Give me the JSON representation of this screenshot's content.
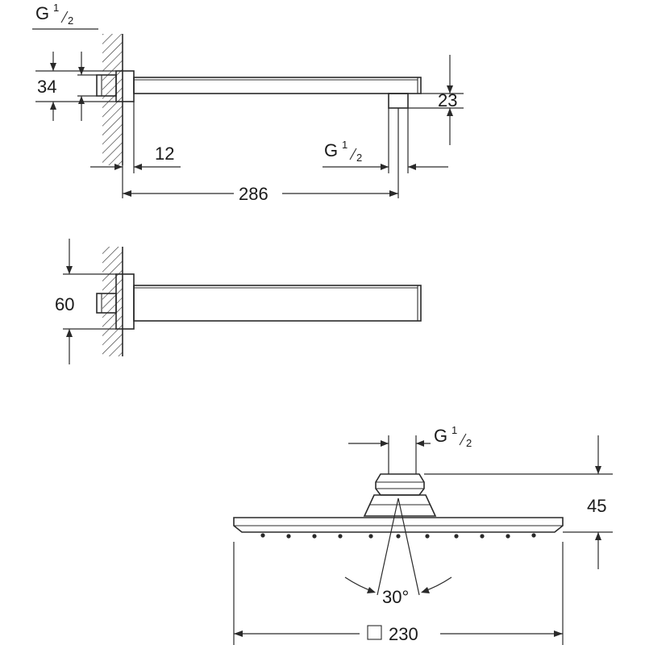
{
  "arm_side_view": {
    "thread_top": {
      "main": "G",
      "num": "1",
      "den": "2"
    },
    "height_label": "34",
    "outlet_height_label": "23",
    "wall_depth_label": "12",
    "thread_outlet": {
      "main": "G",
      "num": "1",
      "den": "2"
    },
    "length_label": "286"
  },
  "arm_top_view": {
    "width_label": "60"
  },
  "head_view": {
    "thread": {
      "main": "G",
      "num": "1",
      "den": "2"
    },
    "height_label": "45",
    "angle_label": "30°",
    "size_label": "230"
  }
}
